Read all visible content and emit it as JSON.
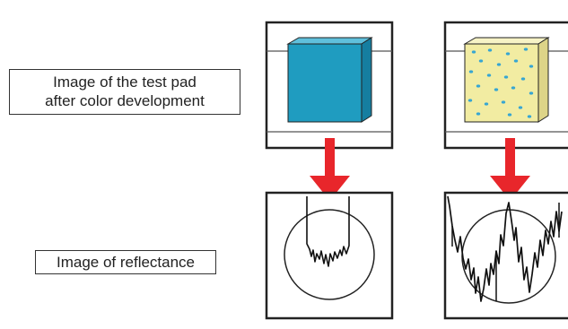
{
  "labels": {
    "test_pad_line1": "Image of the test pad",
    "test_pad_line2": "after color development",
    "reflectance": "Image of reflectance"
  },
  "colors": {
    "pad_left_front": "#1f9cc0",
    "pad_left_top": "#5fc0dc",
    "pad_left_side": "#157ea0",
    "pad_right_front": "#f2eca2",
    "pad_right_top": "#f7f3c6",
    "pad_right_side": "#ddd488",
    "dots": "#37a6d2",
    "arrow": "#e8262b",
    "outline": "#222222"
  }
}
